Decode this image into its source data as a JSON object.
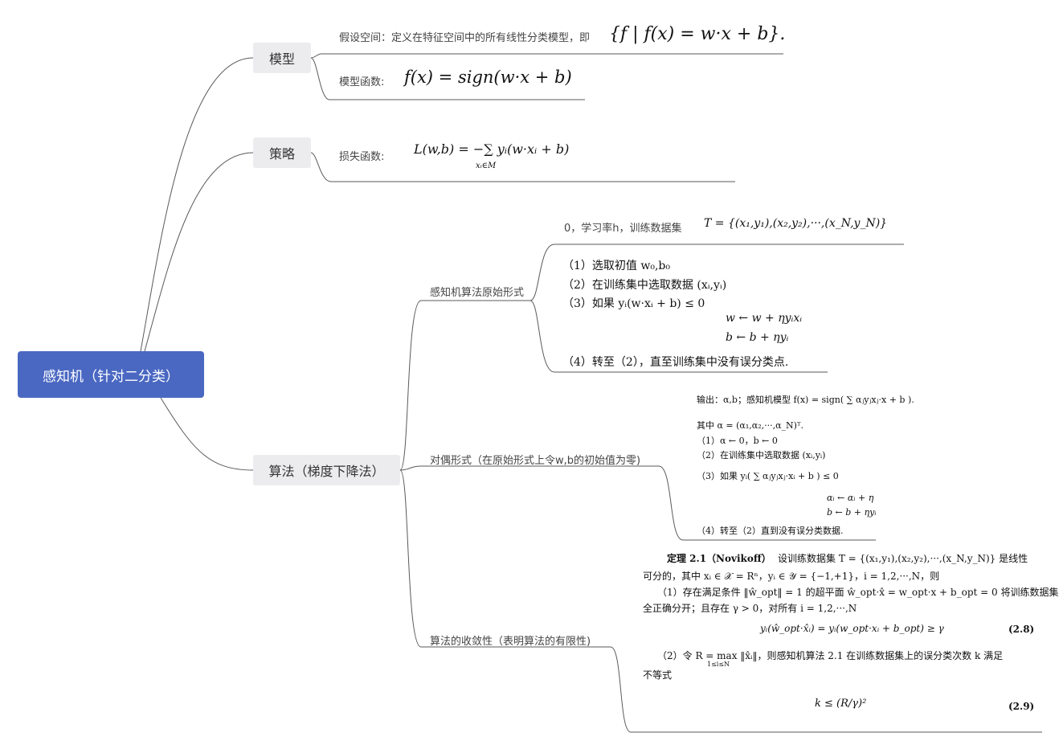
{
  "root": {
    "label": "感知机（针对二分类）"
  },
  "branches": {
    "model": {
      "label": "模型",
      "hypothesis_label": "假设空间：定义在特征空间中的所有线性分类模型，即",
      "hypothesis_formula": "{f | f(x) = w·x + b}.",
      "function_label": "模型函数:",
      "function_formula": "f(x) = sign(w·x + b)"
    },
    "strategy": {
      "label": "策略",
      "loss_label": "损失函数:",
      "loss_formula": "L(w,b) = −∑ yᵢ(w·xᵢ + b)",
      "loss_sub": "xᵢ∈M"
    },
    "algorithm": {
      "label": "算法（梯度下降法）",
      "primal": {
        "label": "感知机算法原始形式",
        "header": "0，学习率h，训练数据集",
        "header_formula": "T = {(x₁,y₁),(x₂,y₂),···,(x_N,y_N)}",
        "steps": [
          "（1）选取初值 w₀,b₀",
          "（2）在训练集中选取数据 (xᵢ,yᵢ)",
          "（3）如果 yᵢ(w·xᵢ + b) ≤ 0",
          "w ← w + ηyᵢxᵢ",
          "b ← b + ηyᵢ",
          "（4）转至（2），直至训练集中没有误分类点."
        ]
      },
      "dual": {
        "label": "对偶形式（在原始形式上令w,b的初始值为零)",
        "lines": [
          "输出：α,b；感知机模型 f(x) = sign( ∑ αⱼyⱼxⱼ·x + b ).",
          "其中 α = (α₁,α₂,···,α_N)ᵀ.",
          "（1）α ← 0，b ← 0",
          "（2）在训练集中选取数据 (xᵢ,yᵢ)",
          "（3）如果 yᵢ( ∑ αⱼyⱼxⱼ·xᵢ + b ) ≤ 0",
          "αᵢ ← αᵢ + η",
          "b ← b + ηyᵢ",
          "（4）转至（2）直到没有误分类数据."
        ]
      },
      "convergence": {
        "label": "算法的收敛性（表明算法的有限性)",
        "theorem_title": "定理 2.1（Novikoff）",
        "lines": [
          "设训练数据集 T = {(x₁,y₁),(x₂,y₂),···,(x_N,y_N)} 是线性",
          "可分的，其中 xᵢ ∈ 𝒳 = Rⁿ，yᵢ ∈ 𝒴 = {−1,+1}，i = 1,2,···,N，则",
          "（1）存在满足条件 ‖ŵ_opt‖ = 1 的超平面 ŵ_opt·x̂ = w_opt·x + b_opt = 0 将训练数据集完",
          "全正确分开；且存在 γ > 0，对所有 i = 1,2,···,N",
          "yᵢ(ŵ_opt·x̂ᵢ) = yᵢ(w_opt·xᵢ + b_opt) ≥ γ",
          "（2）令 R = max ‖x̂ᵢ‖，则感知机算法 2.1 在训练数据集上的误分类次数 k 满足",
          "不等式",
          "k ≤ (R/γ)²"
        ],
        "eq_numbers": [
          "(2.8)",
          "(2.9)"
        ],
        "max_sub": "1≤i≤N"
      }
    }
  }
}
